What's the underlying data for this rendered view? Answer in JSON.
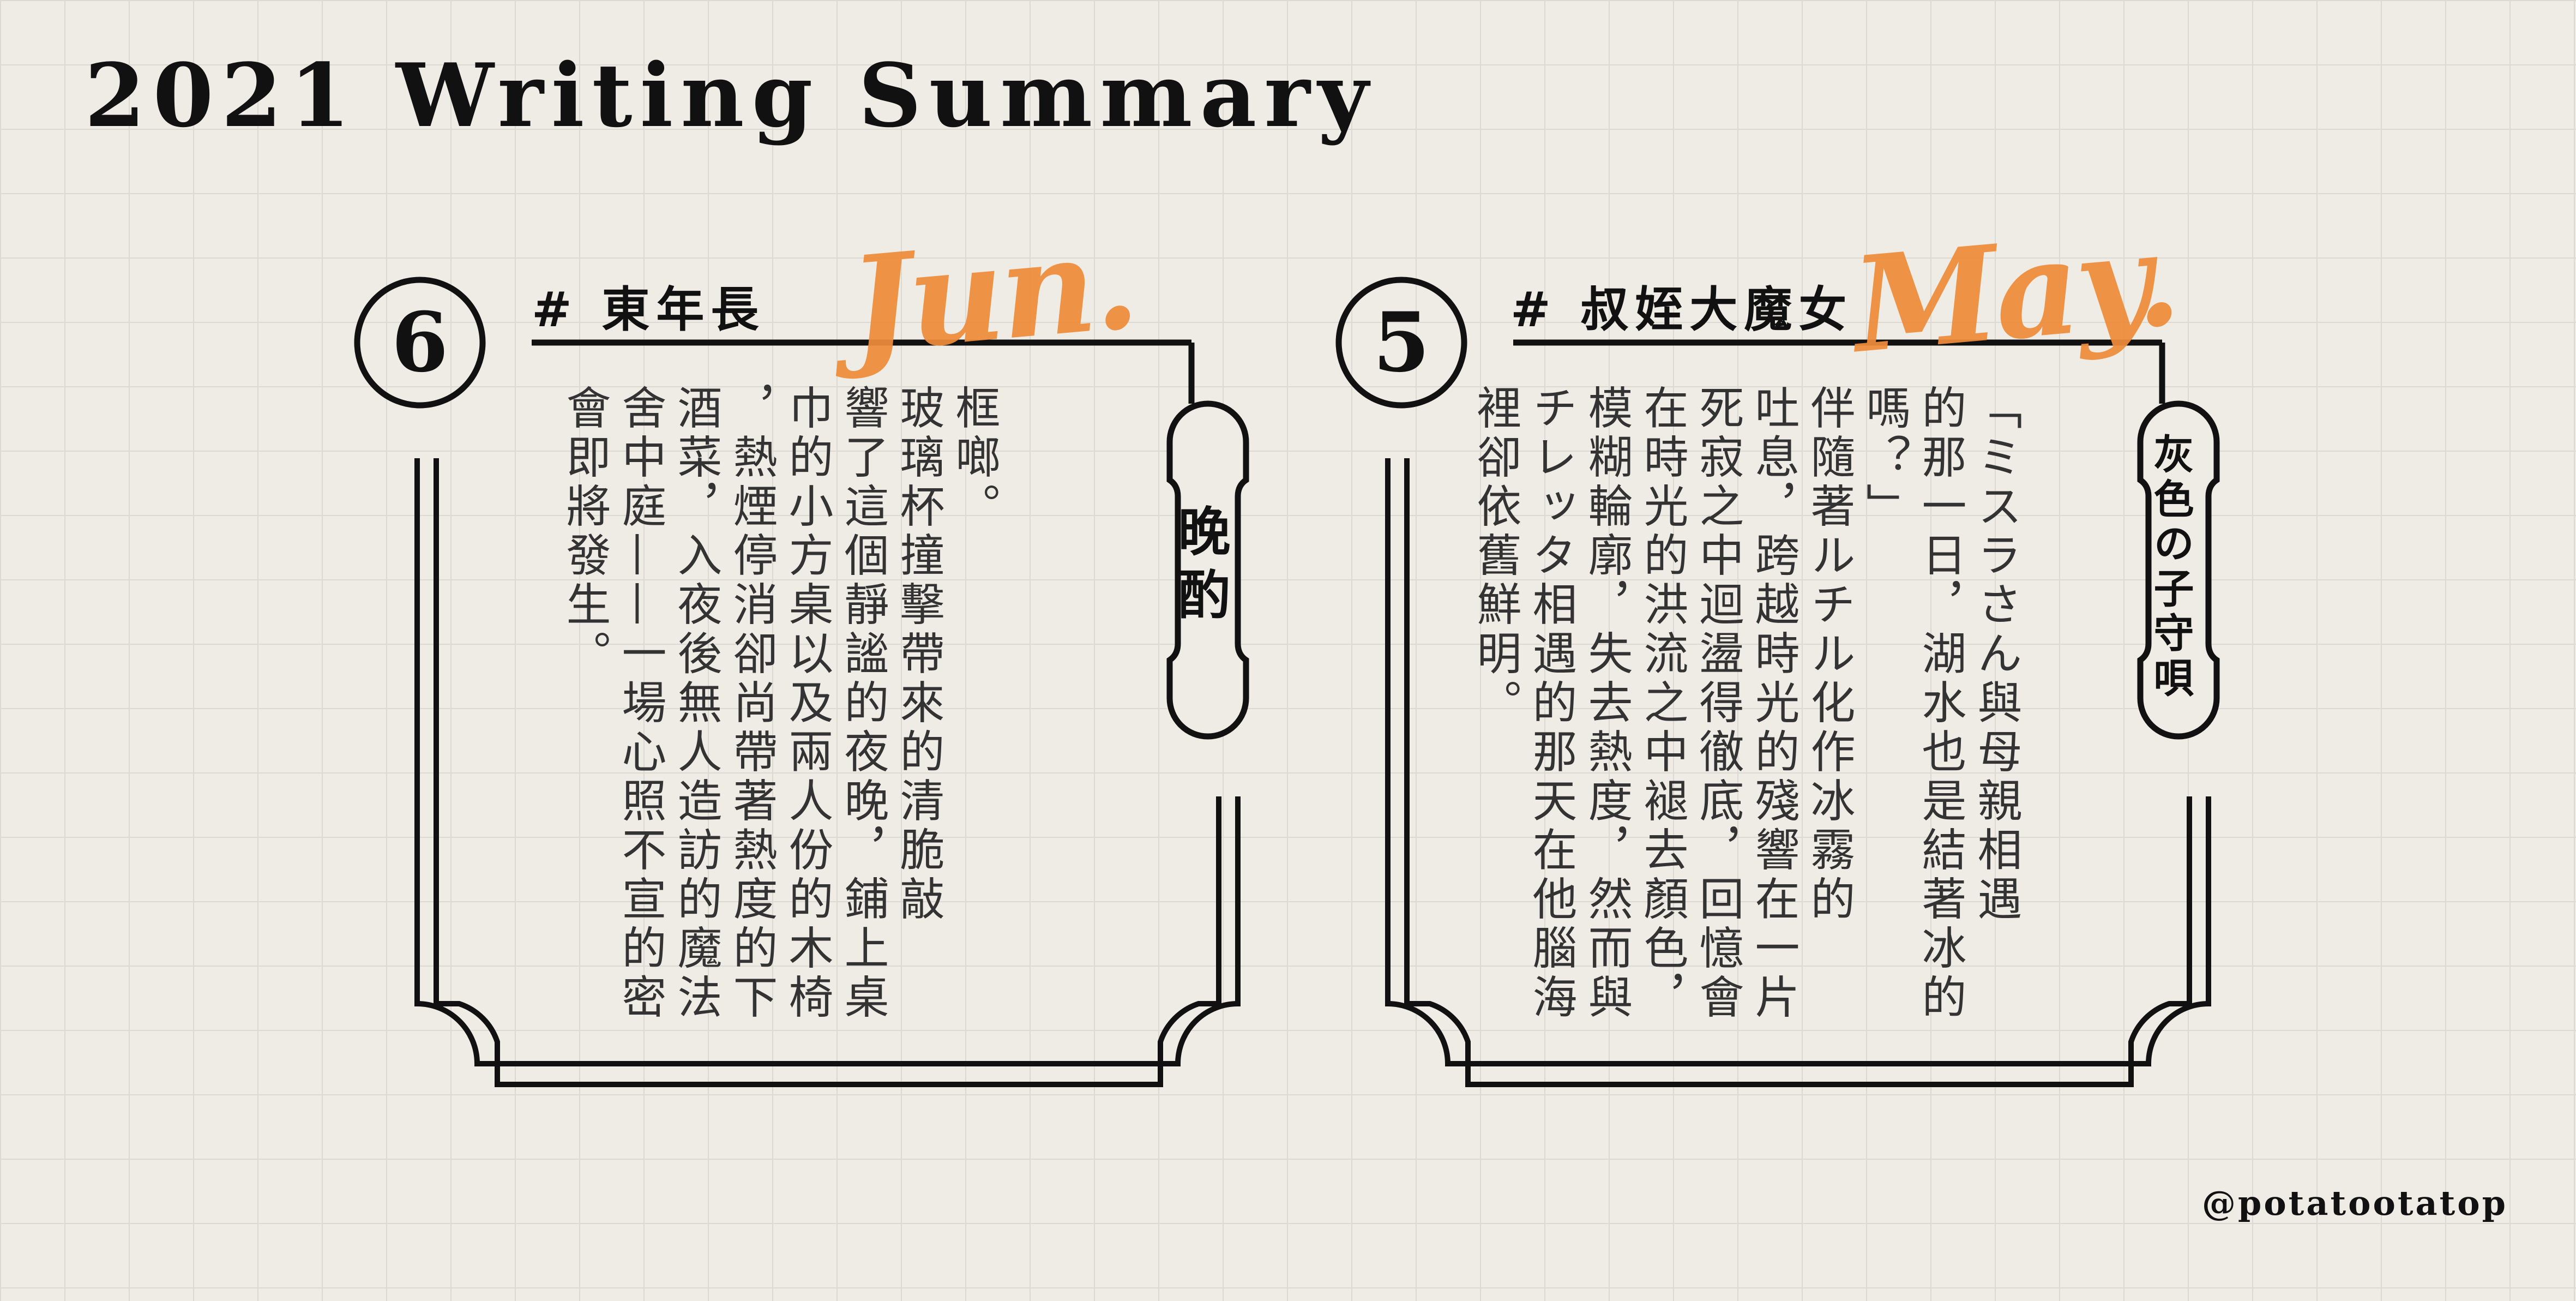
{
  "page": {
    "title": "2021  Writing Summary",
    "handle": "@potatootatop"
  },
  "cards": [
    {
      "number": "6",
      "hashtag": "# 東年長",
      "month": "Jun.",
      "label": "晚酌",
      "body": "框啷。\n玻璃杯撞擊帶來的清脆敲\n響了這個靜謐的夜晚，鋪上桌\n巾的小方桌以及兩人份的木椅\n，熱煙停消卻尚帶著熱度的下\n酒菜，入夜後無人造訪的魔法\n舍中庭——一場心照不宣的密\n會即將發生。"
    },
    {
      "number": "5",
      "hashtag": "# 叔姪大魔女",
      "month": "May.",
      "label": "灰色の子守唄",
      "body": "「ミスラさん與母親相遇\n的那一日，湖水也是結著冰的\n嗎？」\n伴隨著ルチル化作冰霧的\n吐息，跨越時光的殘響在一片\n死寂之中迴盪得徹底，回憶會\n在時光的洪流之中褪去顏色，\n模糊輪廓，失去熱度，然而與\nチレッタ相遇的那天在他腦海\n裡卻依舊鮮明。"
    }
  ],
  "colors": {
    "background": "#efece6",
    "grid": "#dcd9d2",
    "ink": "#111111",
    "accent": "#ee8c3a"
  }
}
